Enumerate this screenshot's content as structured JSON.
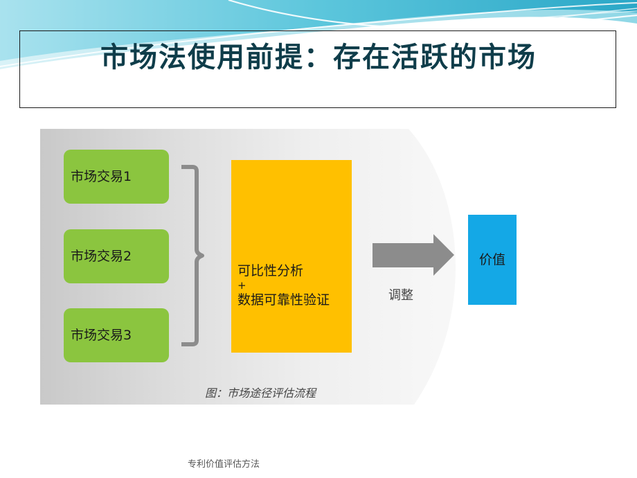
{
  "slide": {
    "title": "市场法使用前提：存在活跃的市场",
    "footer": "专利价值评估方法"
  },
  "diagram": {
    "transactions": [
      {
        "label": "市场交易1"
      },
      {
        "label": "市场交易2"
      },
      {
        "label": "市场交易3"
      }
    ],
    "analysis": {
      "line1": "可比性分析",
      "plus": "+",
      "line2": "数据可靠性验证"
    },
    "arrow_label": "调整",
    "result": "价值",
    "caption": "图：市场途径评估流程"
  },
  "colors": {
    "transaction_box": "#8bc53f",
    "analysis_box": "#ffc000",
    "result_box": "#14a8e6",
    "arrow": "#8c8c8c",
    "title_text": "#0f3d4a",
    "header_wave": "#5cc6dc"
  }
}
